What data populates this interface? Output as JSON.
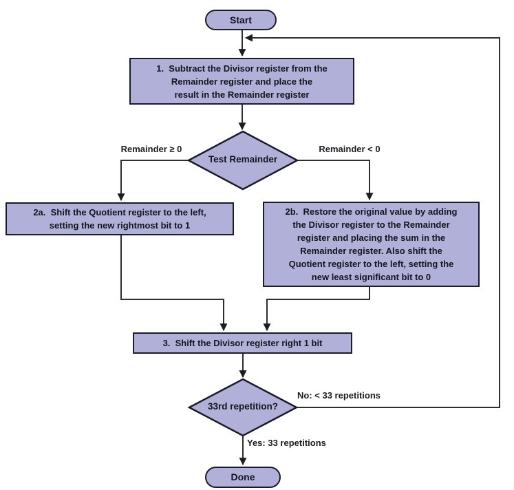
{
  "diagram": {
    "kind": "flowchart",
    "subject": "Division algorithm (33-repetition hardware division) flowchart",
    "colors": {
      "node_fill": "#b1b0d8",
      "node_border": "#1a1a2b",
      "connector": "#2e2e2e",
      "text": "#14141f",
      "background": "#ffffff"
    },
    "nodes": {
      "start": {
        "label": "Start"
      },
      "step1": {
        "label": "1.  Subtract the Divisor register from the\nRemainder register and place the\nresult in the Remainder register"
      },
      "test_remainder": {
        "label": "Test Remainder"
      },
      "step2a": {
        "label": "2a.  Shift the Quotient register to the left,\nsetting the new rightmost bit to 1"
      },
      "step2b": {
        "label": "2b.  Restore the original value by adding\nthe Divisor register to the Remainder\nregister and placing the sum in the\nRemainder register. Also shift the\nQuotient register to the left, setting the\nnew least significant bit to 0"
      },
      "step3": {
        "label": "3.  Shift the Divisor register right 1 bit"
      },
      "test_repetition": {
        "label": "33rd repetition?"
      },
      "done": {
        "label": "Done"
      }
    },
    "edge_labels": {
      "remainder_ge_zero": "Remainder ≥ 0",
      "remainder_lt_zero": "Remainder < 0",
      "no_branch": "No: < 33 repetitions",
      "yes_branch": "Yes: 33 repetitions"
    }
  }
}
